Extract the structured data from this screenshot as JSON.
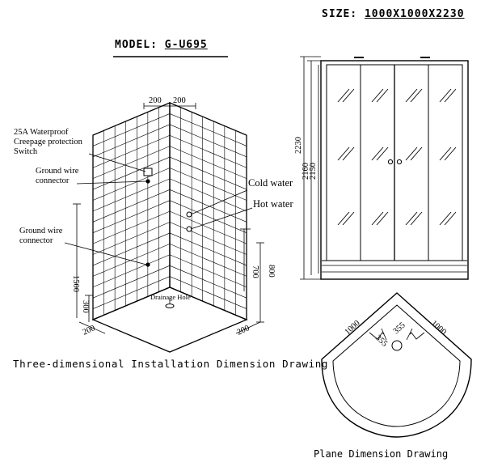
{
  "header": {
    "size_prefix": "SIZE:",
    "size_value": "1000X1000X2230",
    "model_prefix": "MODEL:",
    "model_value": "G-U695"
  },
  "three_d": {
    "caption": "Three-dimensional Installation Dimension Drawing",
    "switch_label": [
      "25A Waterproof",
      "Creepage protection",
      "Switch"
    ],
    "ground_wire_1": [
      "Ground wire",
      "connector"
    ],
    "ground_wire_2": [
      "Ground wire",
      "connector"
    ],
    "cold_water": "Cold water",
    "hot_water": "Hot water",
    "drainage_hole": "Drainage Hole",
    "dims": {
      "top_left": "200",
      "top_right": "200",
      "height_left": "1500",
      "base_left": "300",
      "bottom_left": "200",
      "bottom_right": "200",
      "right_700": "700",
      "right_800": "800"
    }
  },
  "front": {
    "dims": {
      "h2230": "2230",
      "h2160": "2160",
      "h2150": "2150"
    }
  },
  "plane": {
    "caption": "Plane Dimension Drawing",
    "dims": {
      "left": "1000",
      "right": "1000",
      "d1": "355",
      "d2": "355"
    }
  }
}
